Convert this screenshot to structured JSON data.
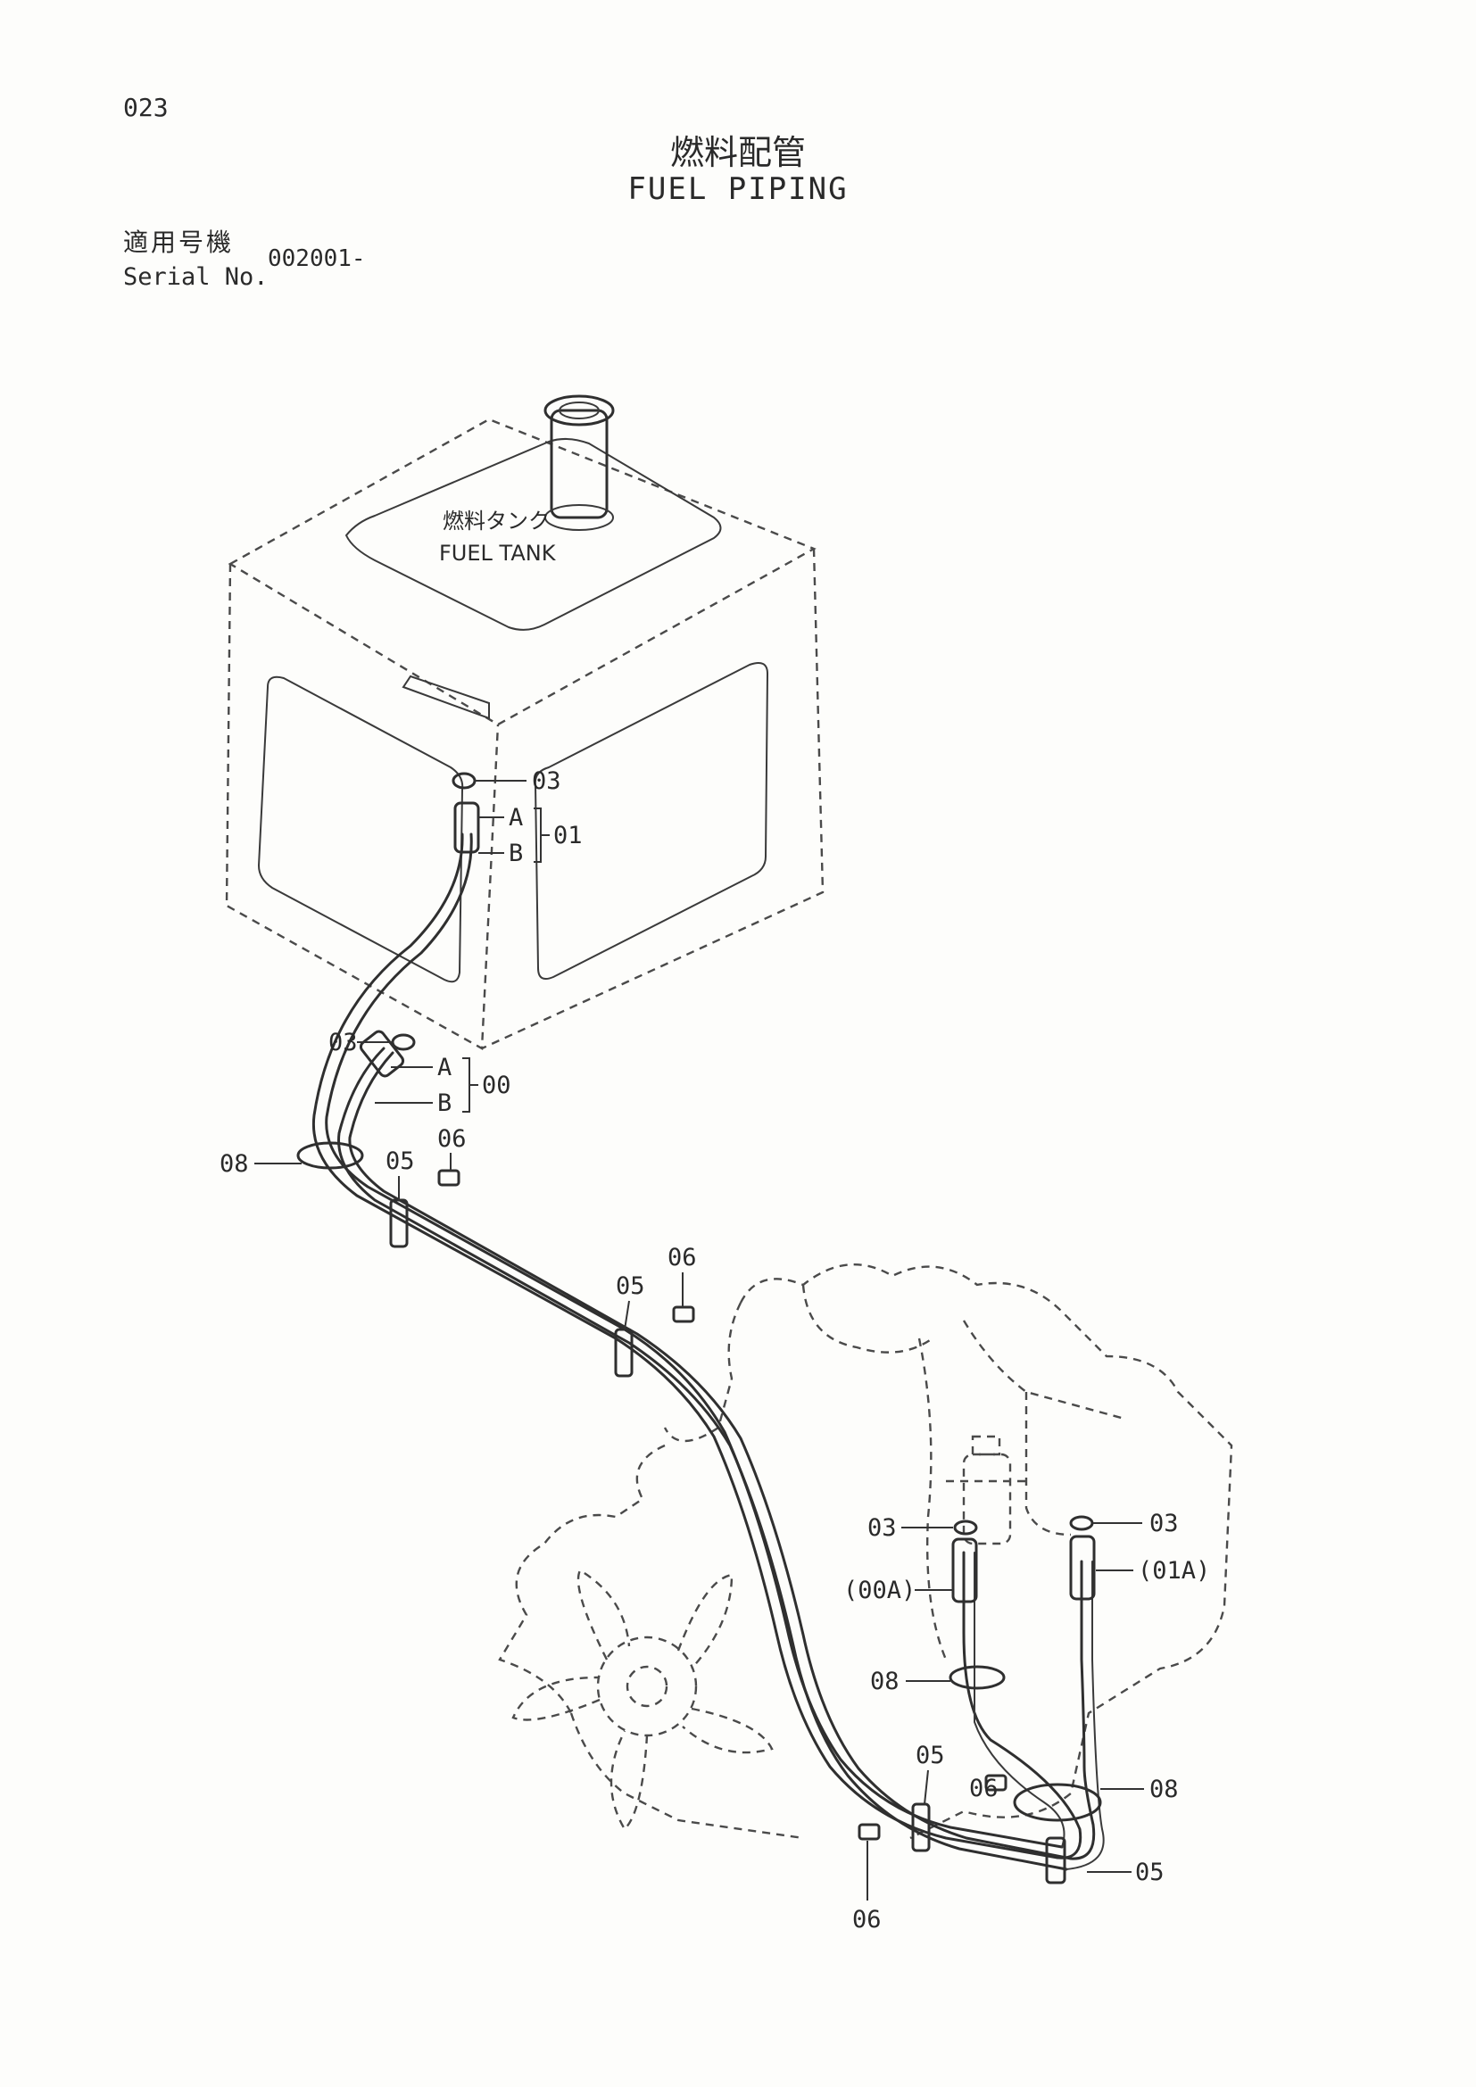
{
  "page": {
    "number": "023"
  },
  "title": {
    "jp": "燃料配管",
    "en": "FUEL PIPING"
  },
  "serial": {
    "label_jp": "適用号機",
    "label_en": "Serial No.",
    "value": "002001-"
  },
  "components": {
    "fuel_tank_jp": "燃料タンク",
    "fuel_tank_en": "FUEL TANK"
  },
  "callouts": {
    "hose_01": "01",
    "hose_00": "00",
    "end_a": "A",
    "end_b": "B",
    "washer": "03",
    "clamp": "05",
    "bolt": "06",
    "band": "08",
    "hose_00a": "(00A)",
    "hose_01a": "(01A)"
  }
}
